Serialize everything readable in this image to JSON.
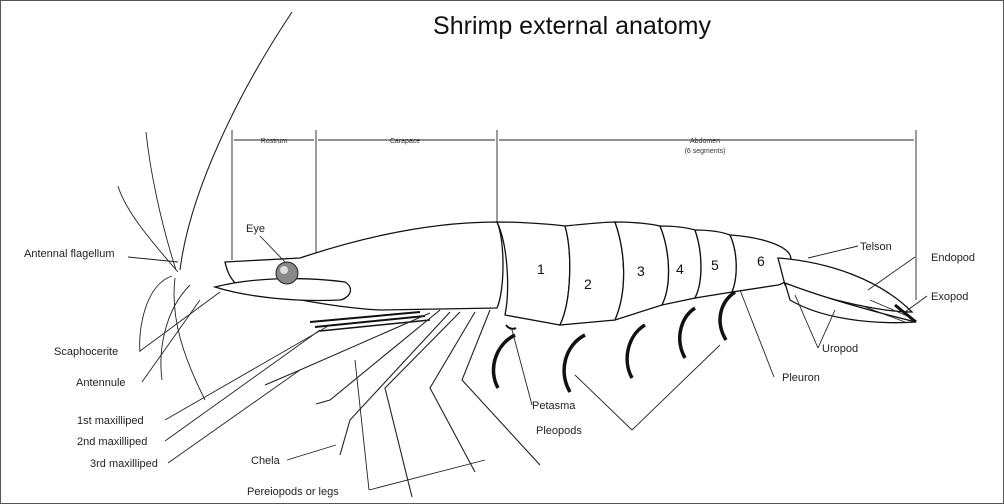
{
  "title": "Shrimp external anatomy",
  "regions": {
    "rostrum": "Rostrum",
    "carapace": "Carapace",
    "abdomen": "Abdomen",
    "abdomen_note": "(6 segments)"
  },
  "segments": [
    "1",
    "2",
    "3",
    "4",
    "5",
    "6"
  ],
  "labels": {
    "antennal_flagellum": "Antennal flagellum",
    "eye": "Eye",
    "scaphocerite": "Scaphocerite",
    "antennule": "Antennule",
    "maxilliped_1": "1st maxilliped",
    "maxilliped_2": "2nd maxilliped",
    "maxilliped_3": "3rd maxilliped",
    "chela": "Chela",
    "pereiopods": "Pereiopods or legs",
    "petasma": "Petasma",
    "pleopods": "Pleopods",
    "pleuron": "Pleuron",
    "uropod": "Uropod",
    "telson": "Telson",
    "endopod": "Endopod",
    "exopod": "Exopod"
  }
}
